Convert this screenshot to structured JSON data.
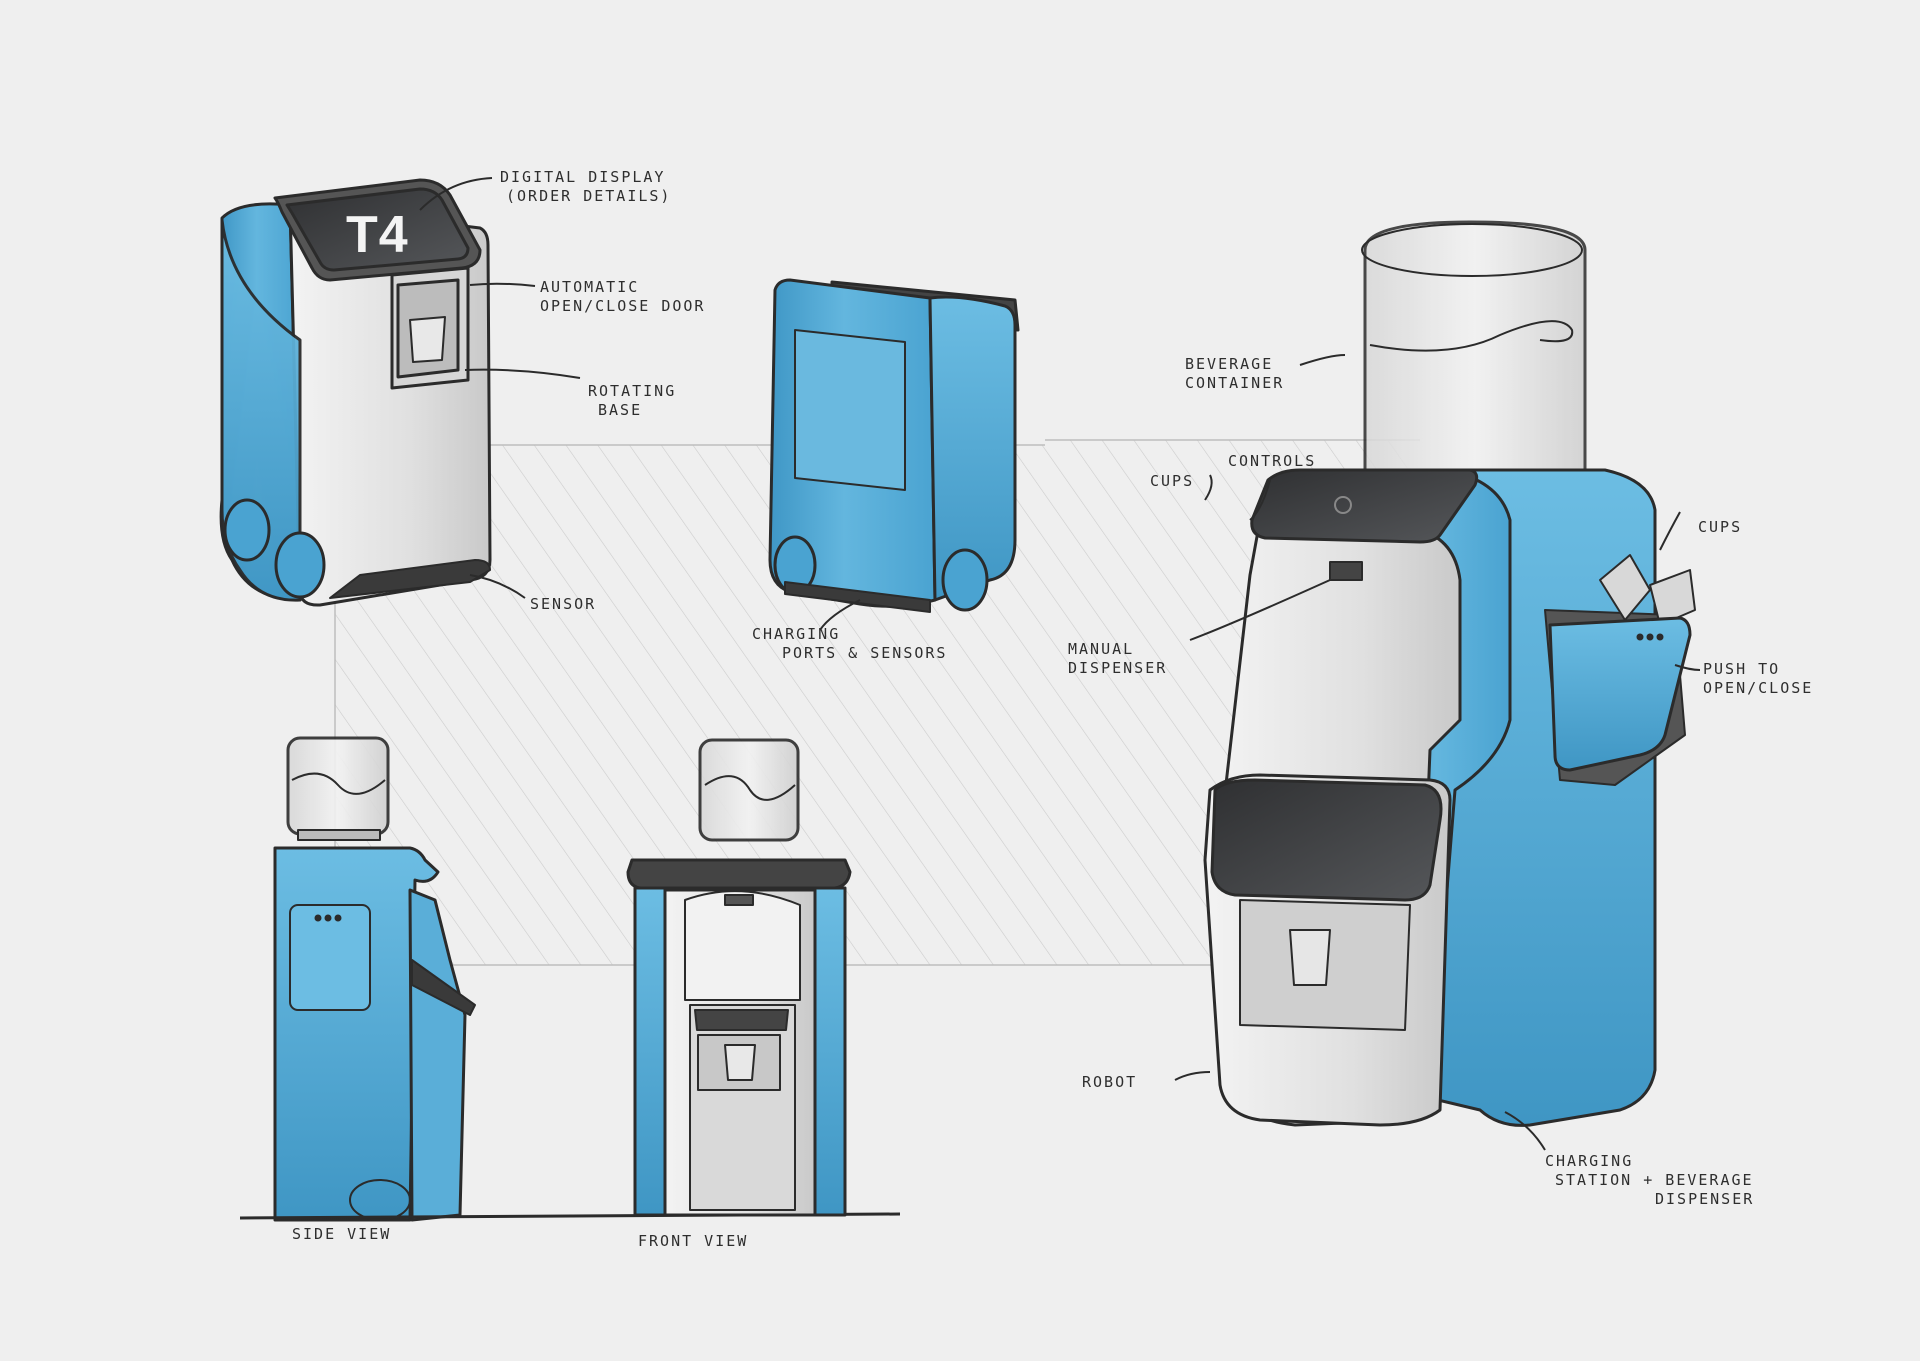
{
  "colors": {
    "paper": "#efefef",
    "body_blue": "#5fb3dc",
    "body_blue_dark": "#3b8fbd",
    "panel_white": "#e2e2e2",
    "screen_dark": "#3e3f41",
    "line": "#2b2b2b"
  },
  "robot_screen": {
    "table": "T4"
  },
  "labels": {
    "digital_display": [
      "Digital display",
      "(order details)"
    ],
    "auto_door": [
      "Automatic",
      "open/close door"
    ],
    "rotating_base": [
      "Rotating",
      "base"
    ],
    "sensor": "Sensor",
    "charging_ports": [
      "Charging",
      "ports & sensors"
    ],
    "side_view": "Side view",
    "front_view": "Front view",
    "beverage_container": [
      "Beverage",
      "container"
    ],
    "cups_left": "Cups",
    "controls": "Controls",
    "cups_right": "Cups",
    "manual_dispenser": [
      "Manual",
      "dispenser"
    ],
    "push_open_close": [
      "Push to",
      "open/close"
    ],
    "robot": "Robot",
    "charging_station": [
      "Charging",
      "station + beverage",
      "dispenser"
    ]
  }
}
